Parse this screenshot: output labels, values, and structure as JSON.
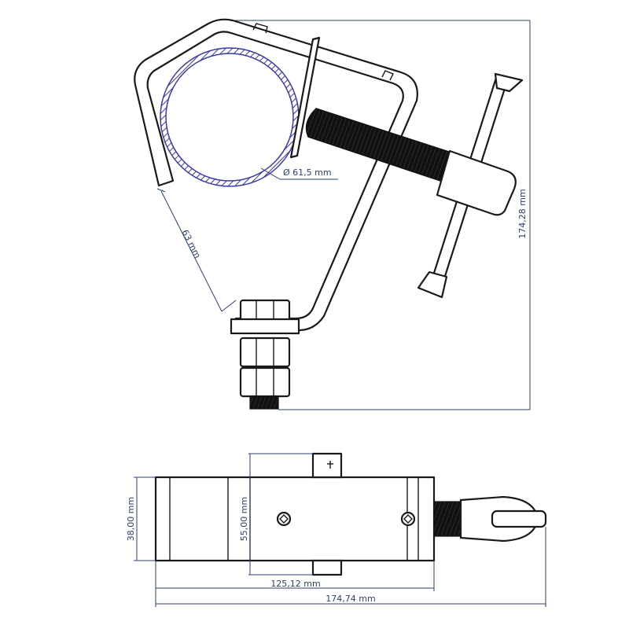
{
  "diagram": {
    "pipe_diameter_label": "Ø 61,5 mm",
    "opening_label": "63 mm",
    "height_label": "174,28 mm",
    "width_38_label": "38,00 mm",
    "width_55_label": "55,00 mm",
    "length_125_label": "125,12 mm",
    "length_174_label": "174,74 mm",
    "colors": {
      "dimension": "#2c3f6b",
      "pipe": "#3a3aa8",
      "outline": "#1a1a1a",
      "thread": "#111111"
    }
  }
}
